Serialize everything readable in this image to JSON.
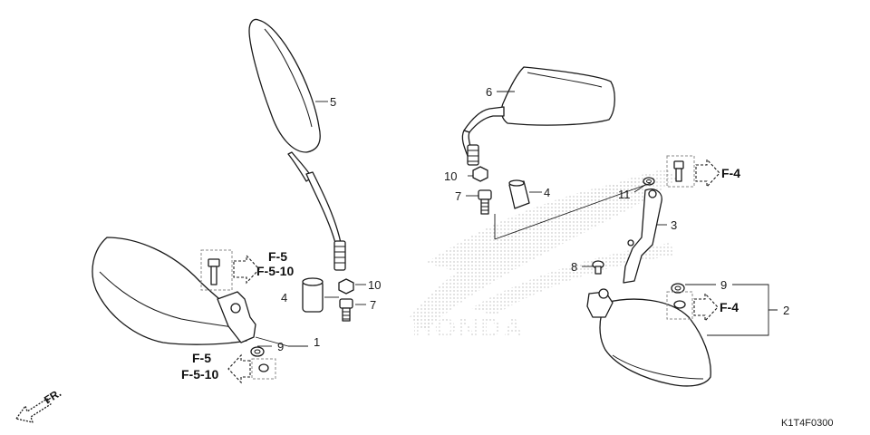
{
  "diagram": {
    "drawing_code": "K1T4F0300",
    "front_indicator": "FR.",
    "watermark": "HONDA",
    "callouts": {
      "c1": "1",
      "c2": "2",
      "c3": "3",
      "c4a": "4",
      "c4b": "4",
      "c5": "5",
      "c6": "6",
      "c7a": "7",
      "c7b": "7",
      "c8": "8",
      "c9a": "9",
      "c9b": "9",
      "c10a": "10",
      "c10b": "10",
      "c11": "11"
    },
    "references": {
      "left_upper_a": "F-5",
      "left_upper_b": "F-5-10",
      "left_lower_a": "F-5",
      "left_lower_b": "F-5-10",
      "right_upper": "F-4",
      "right_lower": "F-4"
    },
    "colors": {
      "line": "#1a1a1a",
      "watermark": "#b9b9b9",
      "dashed_box": "#888888"
    }
  }
}
